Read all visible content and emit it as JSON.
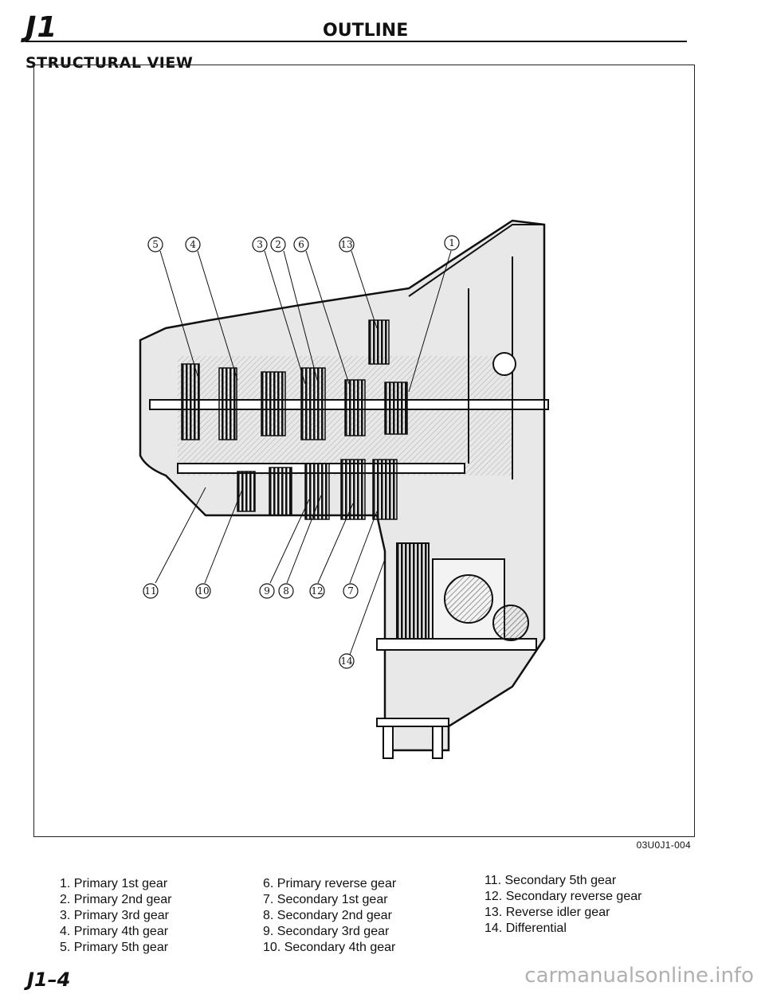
{
  "header": {
    "page_code": "J1",
    "section_title": "OUTLINE",
    "subsection_title": "STRUCTURAL VIEW"
  },
  "figure": {
    "figure_code": "03U0J1-004",
    "callouts": [
      "5",
      "4",
      "3",
      "2",
      "6",
      "13",
      "1",
      "11",
      "10",
      "9",
      "8",
      "12",
      "7",
      "14"
    ]
  },
  "legend": {
    "column_1": [
      "1. Primary 1st gear",
      "2. Primary 2nd gear",
      "3. Primary 3rd gear",
      "4. Primary 4th gear",
      "5. Primary 5th gear"
    ],
    "column_2": [
      "6. Primary reverse gear",
      "7. Secondary 1st gear",
      "8. Secondary 2nd gear",
      "9. Secondary 3rd gear",
      "10. Secondary 4th gear"
    ],
    "column_3": [
      "11. Secondary 5th gear",
      "12. Secondary reverse gear",
      "13. Reverse idler gear",
      "14. Differential"
    ]
  },
  "footer": {
    "page_number": "J1–4",
    "watermark": "carmanualsonline.info"
  },
  "colors": {
    "ink": "#111111",
    "hatch": "#555555",
    "watermark": "#b0b0b0"
  }
}
